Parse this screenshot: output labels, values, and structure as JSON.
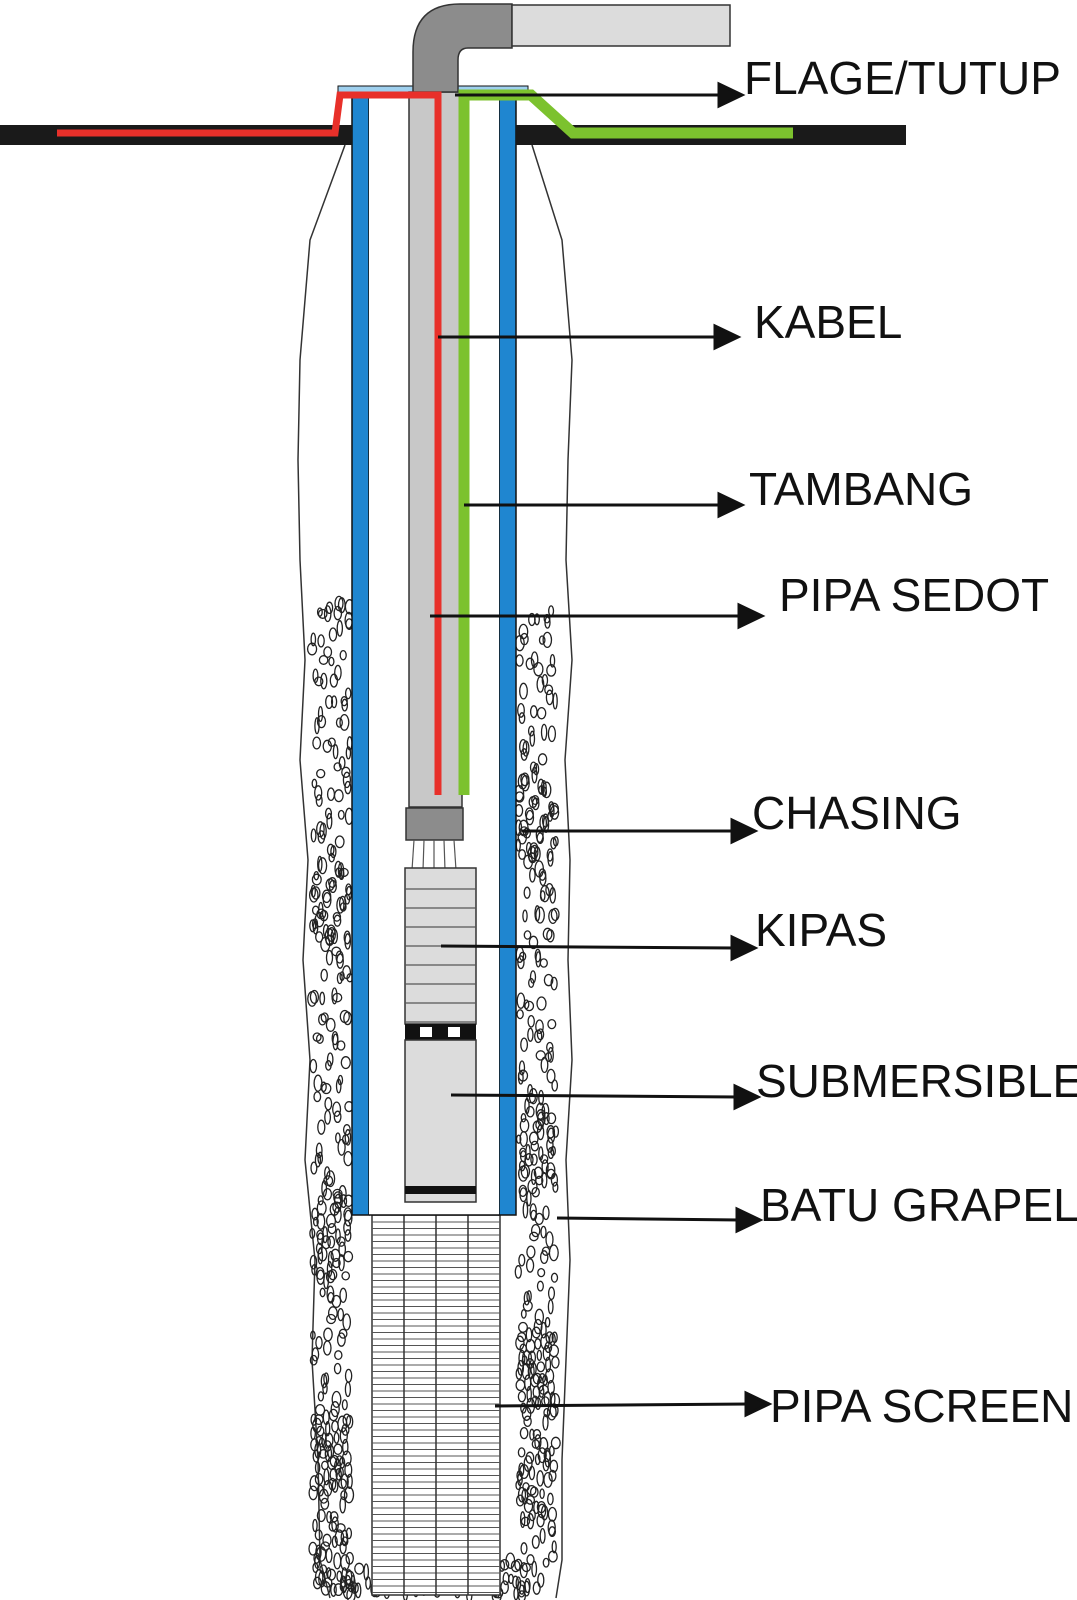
{
  "labels": {
    "flange": "FLAGE/TUTUP",
    "cable": "KABEL",
    "rope": "TAMBANG",
    "suction_pipe": "PIPA SEDOT",
    "casing": "CHASING",
    "impeller": "KIPAS",
    "pump": "SUBMERSIBLE",
    "gravel": "BATU GRAPEL",
    "screen_pipe": "PIPA SCREEN"
  },
  "colors": {
    "cable": "#e8302a",
    "rope": "#7cc22e",
    "casing": "#1f86d0",
    "pipe": "#c8c8c8",
    "elbow": "#8c8c8c",
    "ground": "#1a1a1a",
    "flange": "#9fd0ee"
  }
}
